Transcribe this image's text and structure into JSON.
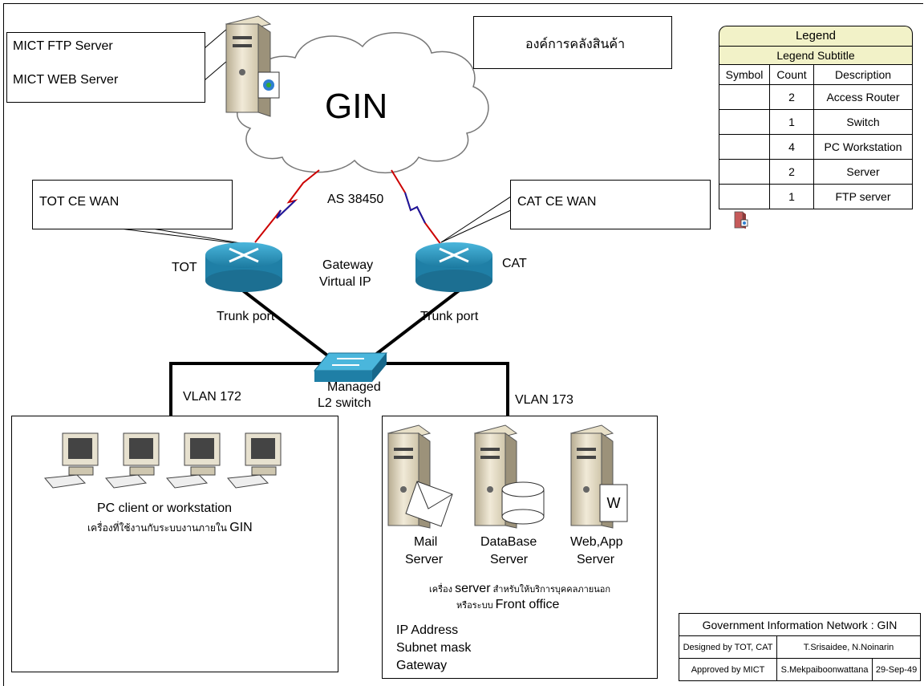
{
  "cloud": {
    "title": "GIN",
    "as_label": "AS 38450"
  },
  "servers_box": {
    "line1": "MICT FTP Server",
    "line2": "MICT WEB Server"
  },
  "org_box": {
    "text": "องค์การคลังสินค้า"
  },
  "tot_wan": {
    "text": "TOT CE WAN"
  },
  "cat_wan": {
    "text": "CAT CE WAN"
  },
  "routers": {
    "left": "TOT",
    "right": "CAT",
    "gateway_line1": "Gateway",
    "gateway_line2": "Virtual IP"
  },
  "trunk": {
    "left": "Trunk port",
    "right": "Trunk port"
  },
  "switch": {
    "line1": "Managed",
    "line2": "L2 switch"
  },
  "vlan": {
    "left": "VLAN 172",
    "right": "VLAN 173"
  },
  "clients": {
    "title": "PC client or workstation",
    "subtitle_prefix": "เครื่องที่ใช้งานกับระบบงานภายใน",
    "subtitle_suffix": "GIN"
  },
  "server_group": {
    "mail_line1": "Mail",
    "mail_line2": "Server",
    "db_line1": "DataBase",
    "db_line2": "Server",
    "web_line1": "Web,App",
    "web_line2": "Server",
    "web_badge": "W",
    "desc1_prefix": "เครื่อง",
    "desc1_mid": "server",
    "desc1_suffix": "สำหรับให้บริการบุคคลภายนอก",
    "desc2_prefix": "หรือระบบ",
    "desc2_suffix": "Front office",
    "ip_lines": [
      "IP Address",
      "Subnet mask",
      "Gateway"
    ]
  },
  "legend": {
    "title": "Legend",
    "subtitle": "Legend Subtitle",
    "headers": [
      "Symbol",
      "Count",
      "Description"
    ],
    "rows": [
      {
        "icon": "router-icon",
        "count": "2",
        "description": "Access Router"
      },
      {
        "icon": "switch-icon",
        "count": "1",
        "description": "Switch"
      },
      {
        "icon": "pc-workstation-icon",
        "count": "4",
        "description": "PC Workstation"
      },
      {
        "icon": "server-icon",
        "count": "2",
        "description": "Server"
      },
      {
        "icon": "ftp-server-icon",
        "count": "1",
        "description": "FTP server"
      }
    ]
  },
  "info": {
    "title": "Government Information Network : GIN",
    "designed_label": "Designed by TOT, CAT",
    "designed_names": "T.Srisaidee, N.Noinarin",
    "approved_label": "Approved by MICT",
    "approved_name": "S.Mekpaiboonwattana",
    "date": "29-Sep-49"
  },
  "colors": {
    "router": "#2a93b8",
    "switch": "#3aa7d6",
    "cloud_fill": "#ffffff",
    "link_red": "#cc0000",
    "link_blue": "#1a1aa0",
    "legend_header": "#f2f2c8"
  }
}
